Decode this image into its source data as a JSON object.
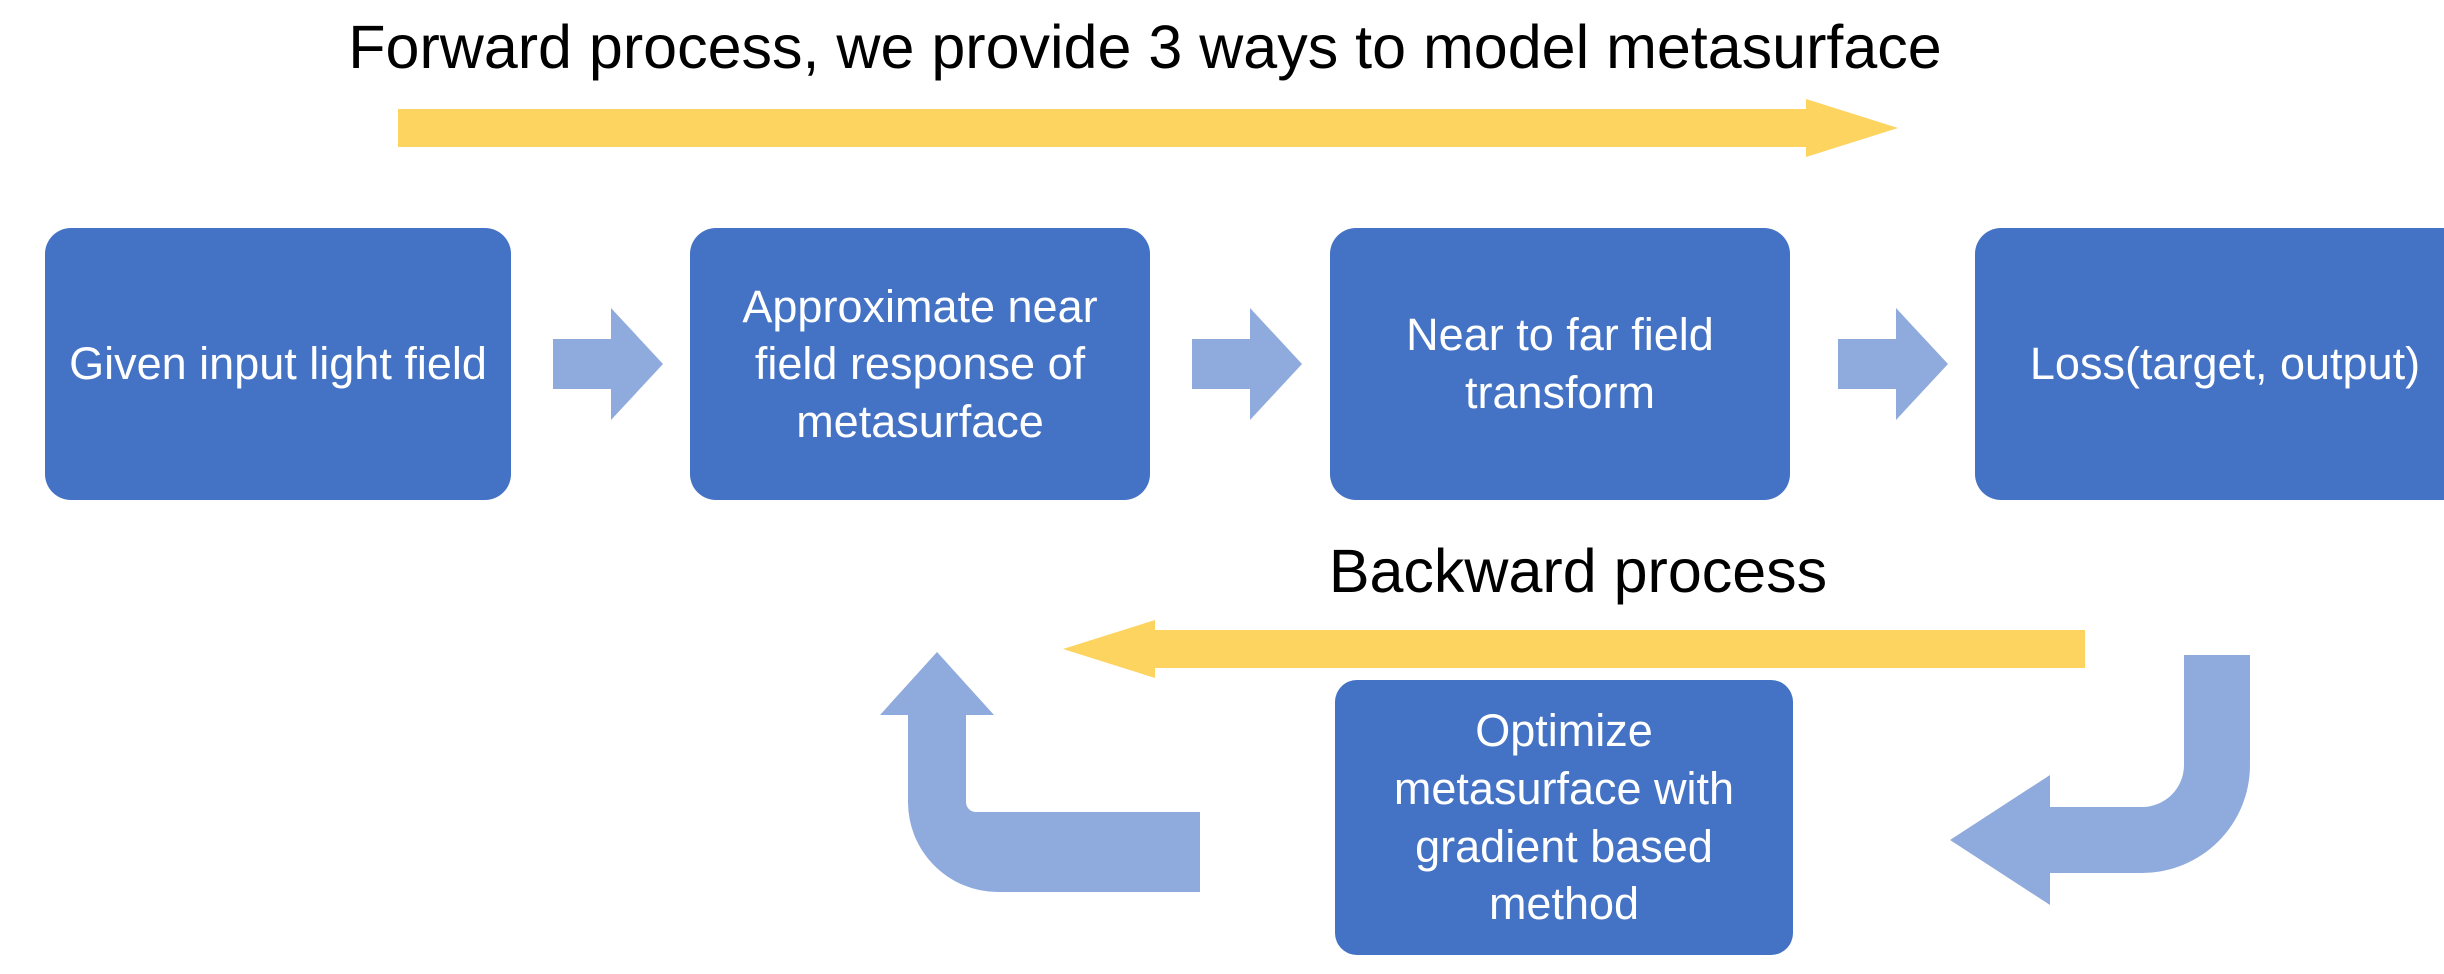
{
  "diagram": {
    "forward": {
      "title": "Forward process, we provide 3 ways to model metasurface",
      "arrow_color": "#FCD45F",
      "arrow_direction": "right"
    },
    "backward": {
      "title": "Backward process",
      "arrow_color": "#FCD45F",
      "arrow_direction": "left"
    },
    "colors": {
      "box_fill": "#4472C4",
      "box_text": "#FFFFFF",
      "connector_arrow": "#8FAADC",
      "process_arrow": "#FCD45F",
      "heading_text": "#000000",
      "background": "#FFFFFF"
    },
    "boxes": [
      {
        "id": "input",
        "label": "Given input light field"
      },
      {
        "id": "nearfield",
        "label": "Approximate near field response of metasurface"
      },
      {
        "id": "transform",
        "label": "Near to far field transform"
      },
      {
        "id": "loss",
        "label": "Loss(target, output)"
      },
      {
        "id": "optimize",
        "label": "Optimize metasurface with gradient based method"
      }
    ],
    "connectors": [
      {
        "id": "input-to-nearfield",
        "icon": "chevron-right-arrow-icon"
      },
      {
        "id": "nearfield-to-transform",
        "icon": "chevron-right-arrow-icon"
      },
      {
        "id": "transform-to-loss",
        "icon": "chevron-right-arrow-icon"
      },
      {
        "id": "loss-to-optimize",
        "icon": "bent-arrow-down-left-icon"
      },
      {
        "id": "optimize-to-nearfield",
        "icon": "bent-arrow-left-up-icon"
      }
    ]
  }
}
